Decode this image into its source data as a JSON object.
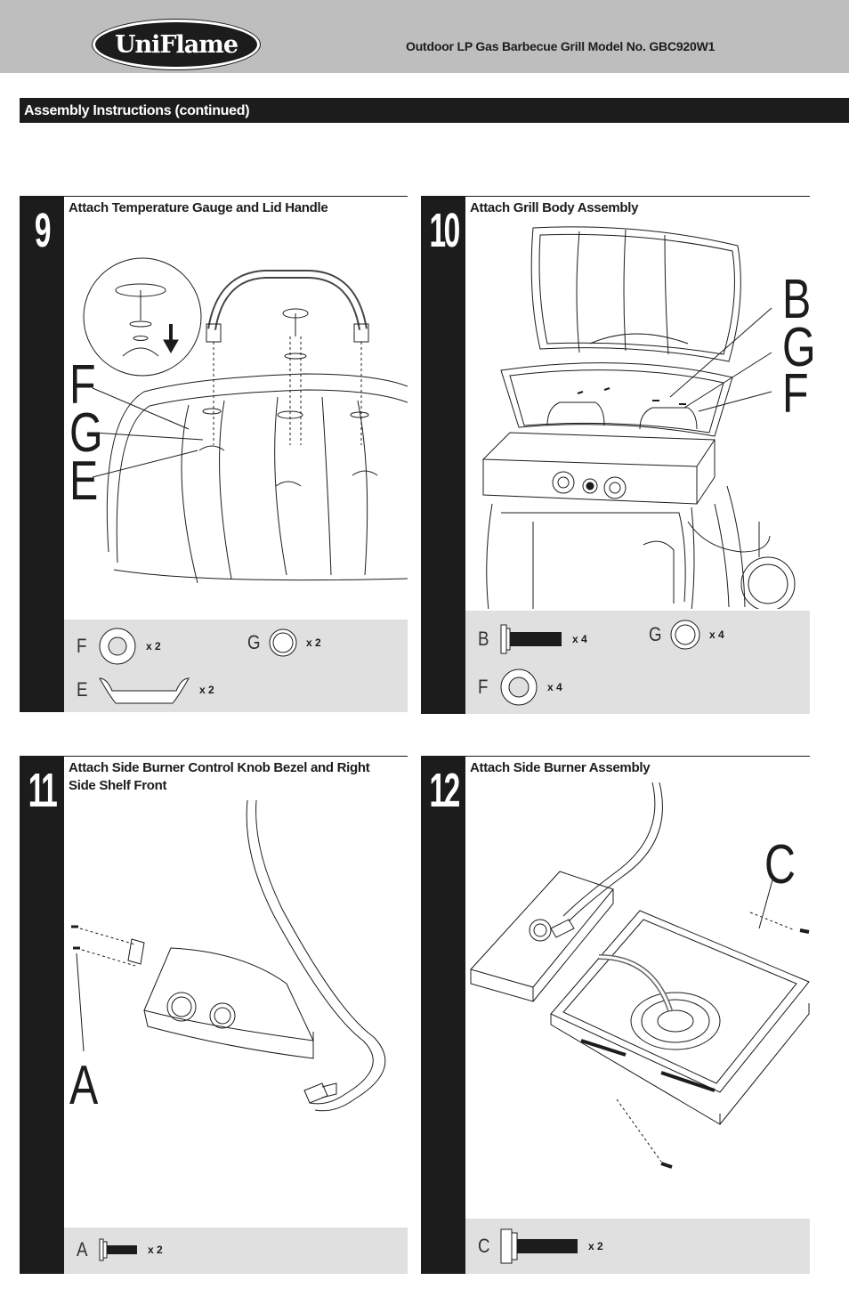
{
  "header": {
    "logo": "UniFlame",
    "title": "Outdoor LP Gas Barbecue Grill  Model No. GBC920W1"
  },
  "section": {
    "title": "Assembly Instructions (continued)"
  },
  "steps": [
    {
      "number": "9",
      "title": "Attach Temperature Gauge and Lid Handle",
      "callouts": [
        "F",
        "G",
        "E"
      ],
      "parts": [
        {
          "letter": "F",
          "qty": "x 2",
          "icon": "washer-large-icon"
        },
        {
          "letter": "G",
          "qty": "x 2",
          "icon": "washer-small-icon"
        },
        {
          "letter": "E",
          "qty": "x 2",
          "icon": "handle-spacer-icon"
        }
      ]
    },
    {
      "number": "10",
      "title": "Attach Grill Body Assembly",
      "callouts": [
        "B",
        "G",
        "F"
      ],
      "parts": [
        {
          "letter": "B",
          "qty": "x 4",
          "icon": "bolt-icon"
        },
        {
          "letter": "G",
          "qty": "x 4",
          "icon": "washer-small-icon"
        },
        {
          "letter": "F",
          "qty": "x 4",
          "icon": "washer-large-icon"
        }
      ]
    },
    {
      "number": "11",
      "title": "Attach Side Burner Control Knob Bezel and Right Side Shelf Front",
      "callouts": [
        "A"
      ],
      "parts": [
        {
          "letter": "A",
          "qty": "x 2",
          "icon": "screw-icon"
        }
      ]
    },
    {
      "number": "12",
      "title": "Attach Side Burner Assembly",
      "callouts": [
        "C"
      ],
      "parts": [
        {
          "letter": "C",
          "qty": "x 2",
          "icon": "hex-bolt-icon"
        }
      ]
    }
  ]
}
